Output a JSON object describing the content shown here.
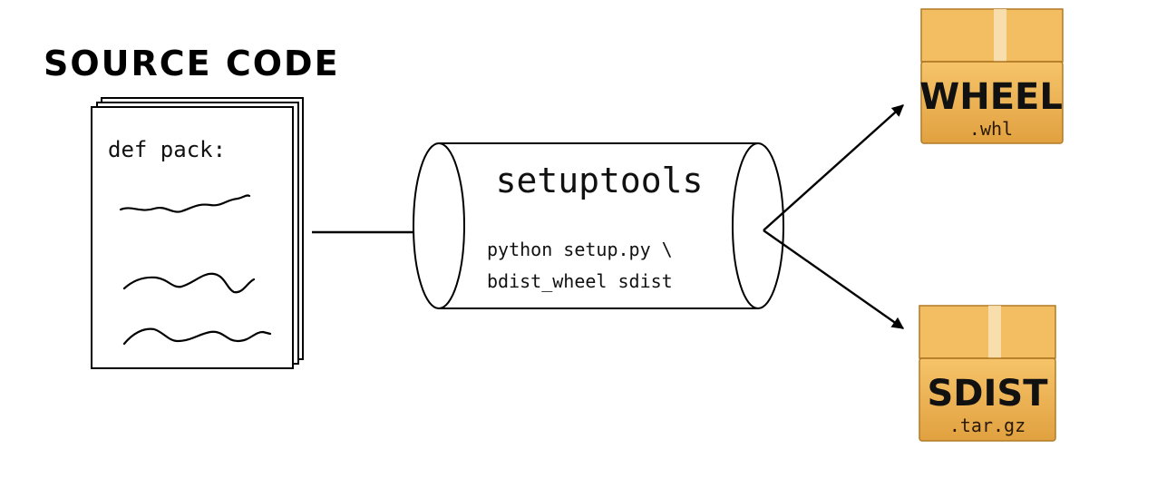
{
  "source": {
    "heading": "SOURCE CODE",
    "code_line": "def pack:"
  },
  "pipeline": {
    "tool_name": "setuptools",
    "command_line_1": "python setup.py \\",
    "command_line_2": "bdist_wheel sdist"
  },
  "outputs": [
    {
      "title": "WHEEL",
      "extension": ".whl",
      "icon": "package-box-icon"
    },
    {
      "title": "SDIST",
      "extension": ".tar.gz",
      "icon": "package-box-icon"
    }
  ],
  "colors": {
    "box_light": "#f2ba5c",
    "box_dark": "#c98a2e",
    "box_tape": "#f8e3bb",
    "ink": "#000000"
  }
}
